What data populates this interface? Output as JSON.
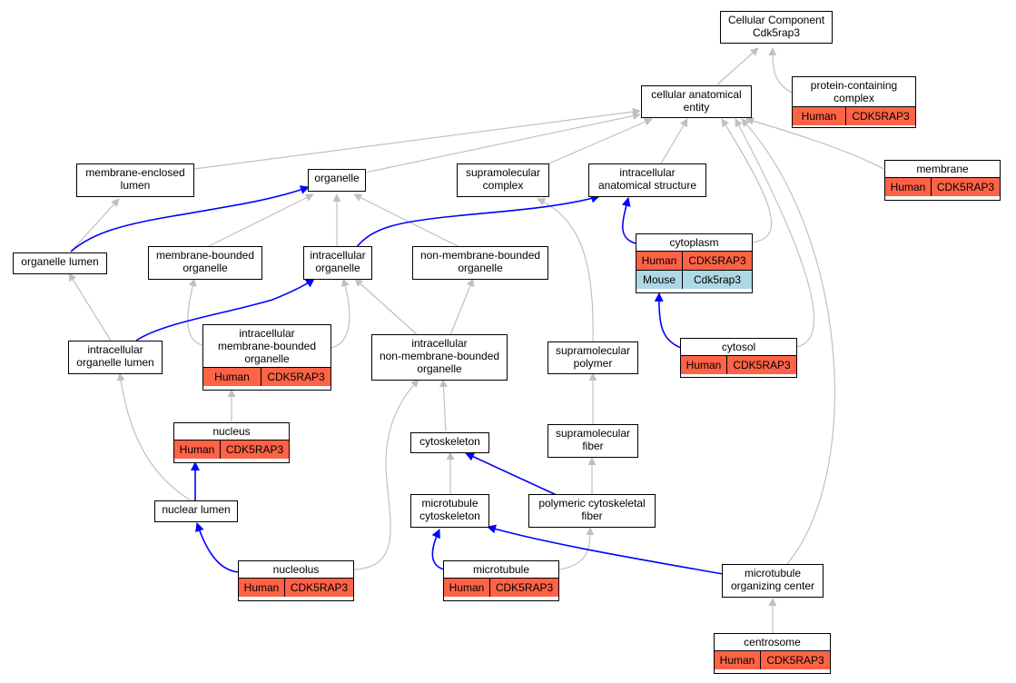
{
  "colors": {
    "human": "#ff6347",
    "mouse": "#add8e6",
    "is_a_edge": "#c0c0c0",
    "part_of_edge": "#0000ff",
    "node_border": "#000000"
  },
  "nodes": {
    "root": {
      "label": "Cellular Component\nCdk5rap3"
    },
    "cellular_anatomical_entity": {
      "label": "cellular anatomical\nentity"
    },
    "protein_containing_complex": {
      "label": "protein-containing\ncomplex",
      "species": "Human",
      "gene": "CDK5RAP3"
    },
    "membrane_enclosed_lumen": {
      "label": "membrane-enclosed\nlumen"
    },
    "organelle": {
      "label": "organelle"
    },
    "supramolecular_complex": {
      "label": "supramolecular\ncomplex"
    },
    "intracellular_anatomical_structure": {
      "label": "intracellular\nanatomical structure"
    },
    "membrane": {
      "label": "membrane",
      "species": "Human",
      "gene": "CDK5RAP3"
    },
    "organelle_lumen": {
      "label": "organelle lumen"
    },
    "membrane_bounded_organelle": {
      "label": "membrane-bounded\norganelle"
    },
    "intracellular_organelle": {
      "label": "intracellular\norganelle"
    },
    "non_membrane_bounded_organelle": {
      "label": "non-membrane-bounded\norganelle"
    },
    "cytoplasm": {
      "label": "cytoplasm",
      "species": "Human",
      "gene": "CDK5RAP3",
      "species2": "Mouse",
      "gene2": "Cdk5rap3"
    },
    "intracellular_organelle_lumen": {
      "label": "intracellular\norganelle lumen"
    },
    "intracellular_membrane_bounded_organelle": {
      "label": "intracellular\nmembrane-bounded\norganelle",
      "species": "Human",
      "gene": "CDK5RAP3"
    },
    "intracellular_non_membrane_bounded_organelle": {
      "label": "intracellular\nnon-membrane-bounded\norganelle"
    },
    "supramolecular_polymer": {
      "label": "supramolecular\npolymer"
    },
    "cytosol": {
      "label": "cytosol",
      "species": "Human",
      "gene": "CDK5RAP3"
    },
    "nucleus": {
      "label": "nucleus",
      "species": "Human",
      "gene": "CDK5RAP3"
    },
    "cytoskeleton": {
      "label": "cytoskeleton"
    },
    "supramolecular_fiber": {
      "label": "supramolecular\nfiber"
    },
    "nuclear_lumen": {
      "label": "nuclear lumen"
    },
    "microtubule_cytoskeleton": {
      "label": "microtubule\ncytoskeleton"
    },
    "polymeric_cytoskeletal_fiber": {
      "label": "polymeric cytoskeletal\nfiber"
    },
    "nucleolus": {
      "label": "nucleolus",
      "species": "Human",
      "gene": "CDK5RAP3"
    },
    "microtubule": {
      "label": "microtubule",
      "species": "Human",
      "gene": "CDK5RAP3"
    },
    "microtubule_organizing_center": {
      "label": "microtubule\norganizing center"
    },
    "centrosome": {
      "label": "centrosome",
      "species": "Human",
      "gene": "CDK5RAP3"
    }
  }
}
